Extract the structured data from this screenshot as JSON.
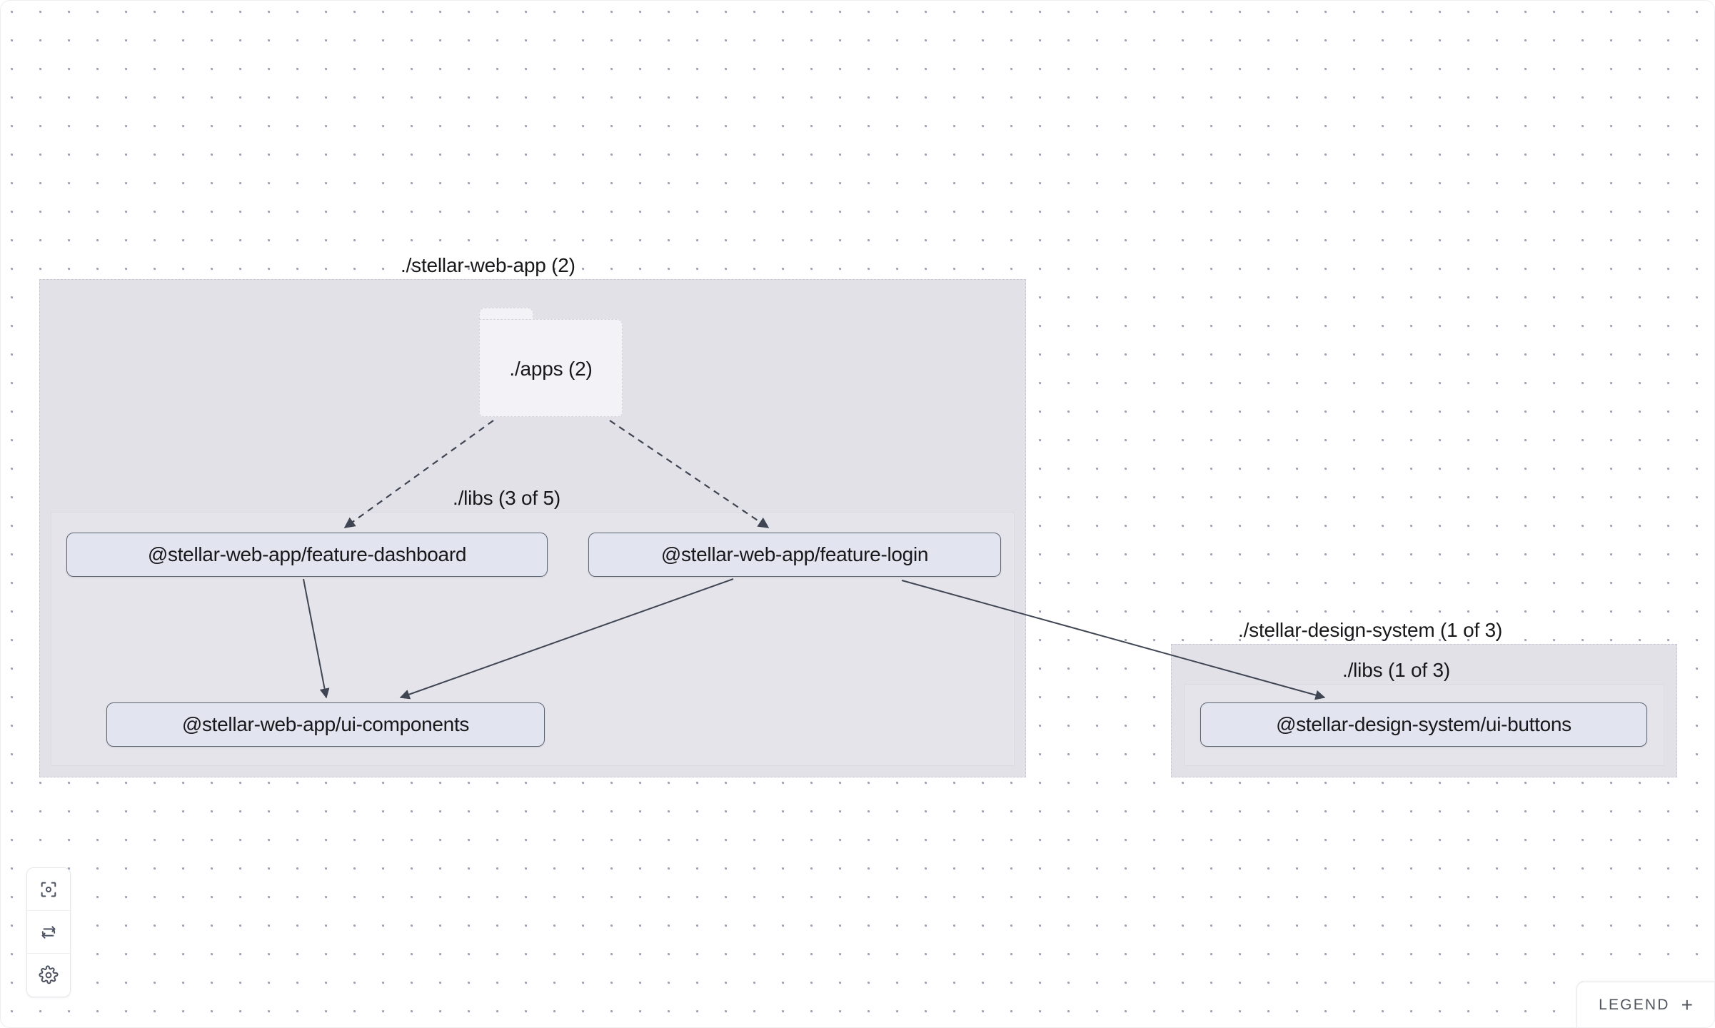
{
  "canvas": {
    "background_color": "#ffffff",
    "dot_color": "#9aa6b8",
    "grid_spacing": 40
  },
  "graph": {
    "groups": [
      {
        "id": "stellar-web-app",
        "label": "./stellar-web-app (2)",
        "background_color": "#e3e1e8",
        "border_color": "#c9c7d2"
      },
      {
        "id": "stellar-web-app-libs",
        "label": "./libs (3 of 5)",
        "border_color": "#dbd9e2"
      },
      {
        "id": "stellar-design-system",
        "label": "./stellar-design-system (1 of 3)",
        "background_color": "#e3e1e8",
        "border_color": "#c9c7d2"
      },
      {
        "id": "stellar-design-system-libs",
        "label": "./libs (1 of 3)",
        "border_color": "#dbd9e2"
      }
    ],
    "folder_nodes": [
      {
        "id": "apps",
        "label": "./apps (2)"
      }
    ],
    "nodes": [
      {
        "id": "feature-dashboard",
        "label": "@stellar-web-app/feature-dashboard"
      },
      {
        "id": "feature-login",
        "label": "@stellar-web-app/feature-login"
      },
      {
        "id": "ui-components",
        "label": "@stellar-web-app/ui-components"
      },
      {
        "id": "ui-buttons",
        "label": "@stellar-design-system/ui-buttons"
      }
    ],
    "edges": [
      {
        "from": "apps",
        "to": "feature-dashboard",
        "style": "dashed"
      },
      {
        "from": "apps",
        "to": "feature-login",
        "style": "dashed"
      },
      {
        "from": "feature-dashboard",
        "to": "ui-components",
        "style": "solid"
      },
      {
        "from": "feature-login",
        "to": "ui-components",
        "style": "solid"
      },
      {
        "from": "feature-login",
        "to": "ui-buttons",
        "style": "solid"
      }
    ],
    "node_fill": "#e2e5ef",
    "node_border": "#5d6472",
    "edge_color": "#4b5160"
  },
  "toolbar": {
    "buttons": [
      {
        "id": "focus",
        "icon": "focus-target-icon",
        "title": "Focus graph"
      },
      {
        "id": "refresh",
        "icon": "refresh-icon",
        "title": "Refresh"
      },
      {
        "id": "settings",
        "icon": "gear-icon",
        "title": "Settings"
      }
    ]
  },
  "legend": {
    "label": "LEGEND",
    "toggle_glyph": "+"
  }
}
